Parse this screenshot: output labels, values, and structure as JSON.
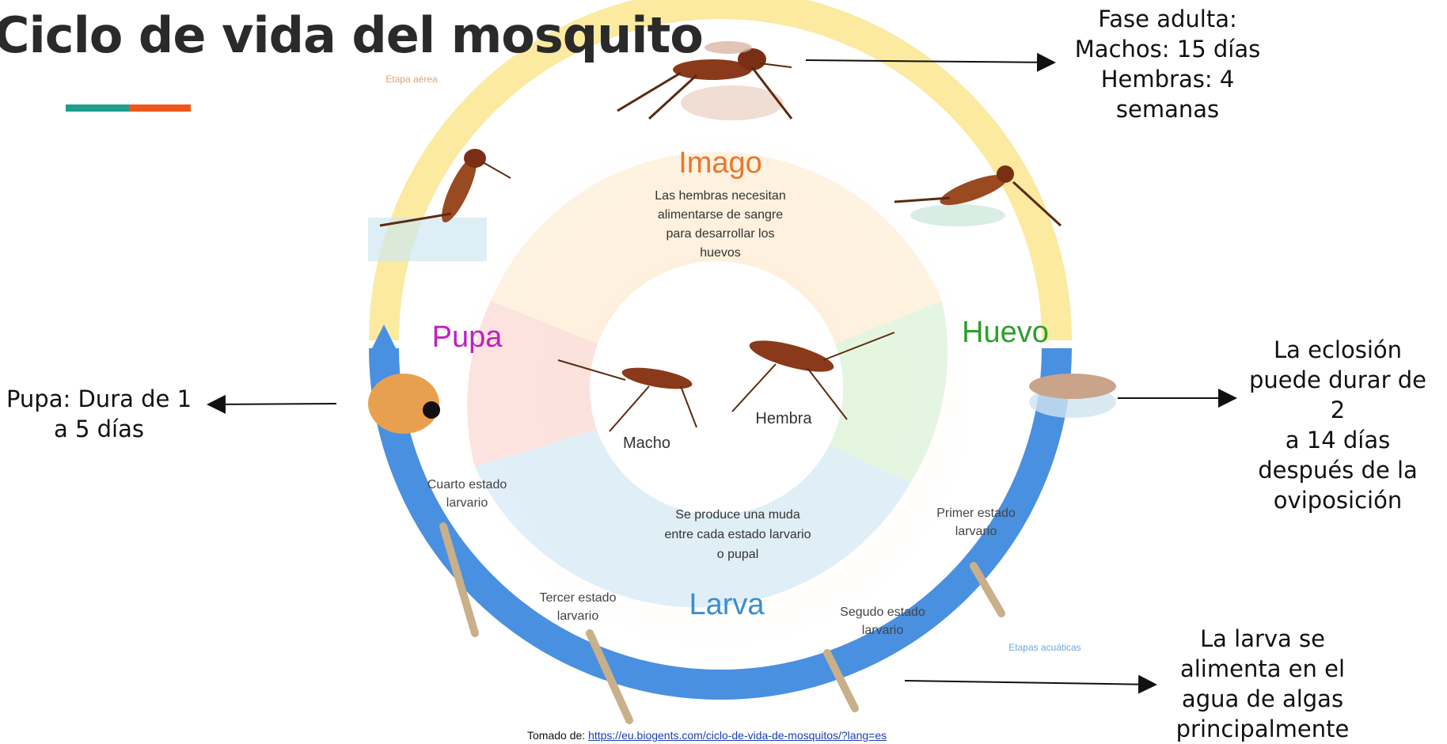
{
  "title": "Ciclo de vida del mosquito",
  "colors": {
    "teal": "#1f9e8e",
    "orange": "#f0561c"
  },
  "notes": {
    "adult": [
      "Fase adulta:",
      "Machos: 15 días",
      "Hembras: 4",
      "semanas"
    ],
    "egg": [
      "La eclosión",
      "puede durar de 2",
      "a 14 días",
      "después de la",
      "oviposición"
    ],
    "pupa": [
      "Pupa: Dura de 1",
      "a 5 días"
    ],
    "larva": [
      "La larva se",
      "alimenta en el",
      "agua de algas",
      "principalmente"
    ]
  },
  "diagram": {
    "ring_label_air": "Etapa aérea",
    "ring_label_water": "Etapas acuáticas",
    "stages": {
      "imago": "Imago",
      "imago_desc": [
        "Las hembras necesitan",
        "alimentarse de sangre",
        "para desarrollar los",
        "huevos"
      ],
      "pupa": "Pupa",
      "huevo": "Huevo",
      "larva": "Larva",
      "larva_desc": [
        "Se produce una muda",
        "entre cada estado larvario",
        "o pupal"
      ]
    },
    "center": {
      "macho": "Macho",
      "hembra": "Hembra"
    },
    "larval": {
      "first": [
        "Primer estado",
        "larvario"
      ],
      "second": [
        "Segudo estado",
        "larvario"
      ],
      "third": [
        "Tercer estado",
        "larvario"
      ],
      "fourth": [
        "Cuarto estado",
        "larvario"
      ]
    },
    "colors": {
      "air_ring": "#fbeaa0",
      "water_ring": "#4a90e0",
      "imago": "#e8772e",
      "pupa": "#c020c0",
      "huevo": "#2aa02a",
      "larva": "#3a8fd0"
    }
  },
  "source": {
    "prefix": "Tomado de:",
    "url": "https://eu.biogents.com/ciclo-de-vida-de-mosquitos/?lang=es"
  }
}
